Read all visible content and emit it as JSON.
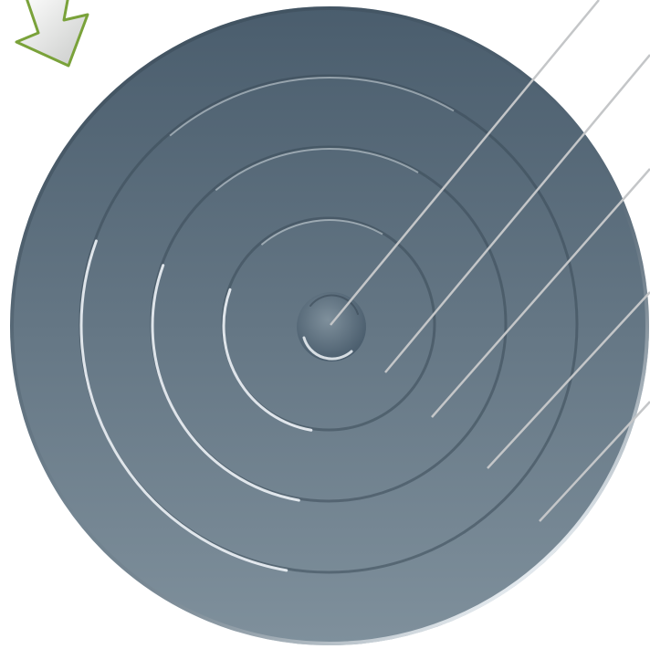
{
  "diagram": {
    "type": "concentric-target",
    "ring_count": 5,
    "leader_line_count": 5,
    "colors": {
      "disc_top": "#4a5d6d",
      "disc_bottom": "#7f909c",
      "ring_highlight": "#eef3f7",
      "ring_shadow": "#3a4a57",
      "leader_line": "#c4c6c8",
      "arrow_fill_light": "#ffffff",
      "arrow_fill_dark": "#c9cbc9",
      "arrow_stroke": "#7aa23a"
    },
    "icons": [
      "down-left-arrow-icon"
    ]
  }
}
